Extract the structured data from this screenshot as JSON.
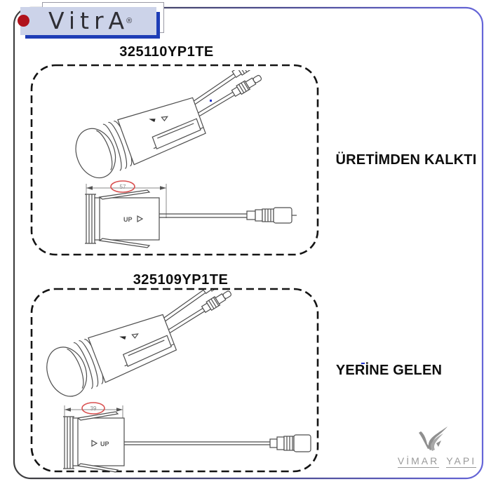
{
  "brand": {
    "name": "VitrA",
    "registered": "®"
  },
  "sections": [
    {
      "code": "325110YP1TE",
      "status": "ÜRETİMDEN KALKTI",
      "dimension": "57",
      "up_label": "UP"
    },
    {
      "code": "325109YP1TE",
      "status": "YERİNE GELEN",
      "dimension": "39",
      "up_label": "UP"
    }
  ],
  "footer_logo": {
    "word1": "VİMAR",
    "word2": "YAPI"
  },
  "colors": {
    "frame_left": "#3f3f3f",
    "frame_right": "#6565d8",
    "logo_background": "#ccd3e9",
    "logo_shadow_blue": "#1e3db6",
    "logo_dot_red": "#b0121c",
    "dashed_border": "#141414",
    "dimension_ellipse_red": "#d94f4f",
    "drawing_stroke": "#4d4d4d",
    "footer_gray": "#9a9a9a",
    "artifact_blue": "#2233cc"
  }
}
